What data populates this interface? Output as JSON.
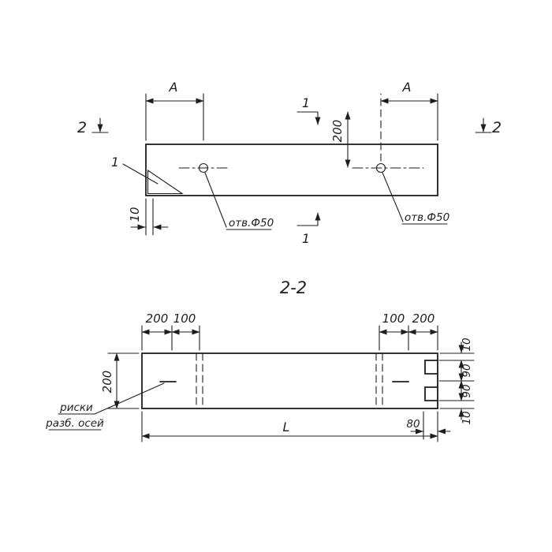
{
  "colors": {
    "ink": "#1e1e1e",
    "background": "#ffffff"
  },
  "plan_view": {
    "dim_span_left": "A",
    "dim_span_right": "A",
    "section_cut_2_left": "2",
    "section_cut_2_right": "2",
    "section_cut_1_top": "1",
    "section_cut_1_bottom": "1",
    "dim_offset_200": "200",
    "dim_edge_10": "10",
    "detail_mark_1": "1",
    "hole_note_left": "отв.Ф50",
    "hole_note_right": "отв.Ф50"
  },
  "section_view": {
    "title": "2-2",
    "dim_height_200": "200",
    "dim_top_left_200": "200",
    "dim_top_left_100": "100",
    "dim_top_right_100": "100",
    "dim_top_right_200": "200",
    "dim_right_top_10": "10",
    "dim_right_upper_90": "90",
    "dim_right_lower_90": "90",
    "dim_right_bottom_10": "10",
    "dim_length_L": "L",
    "dim_notch_80": "80",
    "axes_note_line1": "риски",
    "axes_note_line2": "разб. осей"
  }
}
